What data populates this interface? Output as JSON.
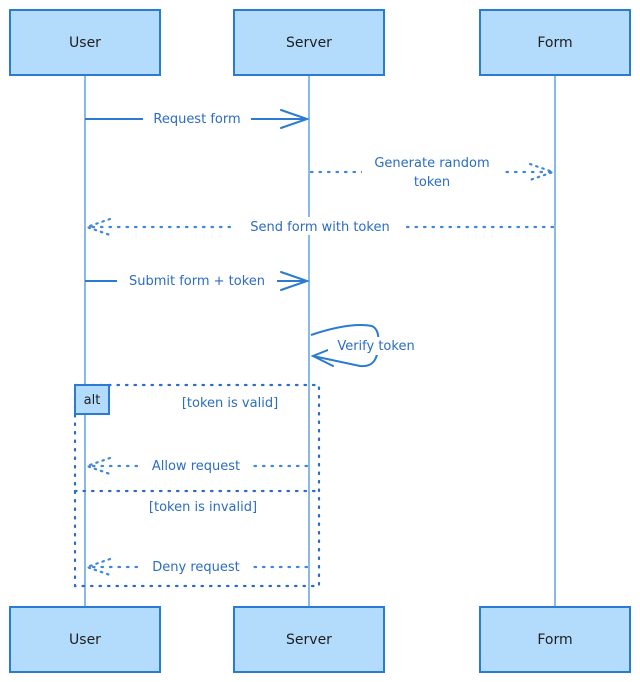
{
  "diagram": {
    "type": "sequence",
    "participants": [
      {
        "id": "user",
        "label": "User"
      },
      {
        "id": "server",
        "label": "Server"
      },
      {
        "id": "form",
        "label": "Form"
      }
    ],
    "messages": [
      {
        "from": "user",
        "to": "server",
        "label": "Request form",
        "style": "solid"
      },
      {
        "from": "server",
        "to": "form",
        "label_lines": [
          "Generate random",
          "token"
        ],
        "style": "dotted"
      },
      {
        "from": "form",
        "to": "user",
        "label": "Send form with token",
        "style": "dotted"
      },
      {
        "from": "user",
        "to": "server",
        "label": "Submit form + token",
        "style": "solid"
      },
      {
        "from": "server",
        "to": "server",
        "label": "Verify token",
        "style": "solid"
      }
    ],
    "alt_frame": {
      "keyword": "alt",
      "sections": [
        {
          "condition": "[token is valid]",
          "message": {
            "from": "server",
            "to": "user",
            "label": "Allow request",
            "style": "dotted"
          }
        },
        {
          "condition": "[token is invalid]",
          "message": {
            "from": "server",
            "to": "user",
            "label": "Deny request",
            "style": "dotted"
          }
        }
      ]
    },
    "colors": {
      "actor_fill": "#b3dbfc",
      "actor_stroke": "#2b7bd0",
      "line": "#2b7bd0",
      "text": "#2b6cc4"
    }
  }
}
